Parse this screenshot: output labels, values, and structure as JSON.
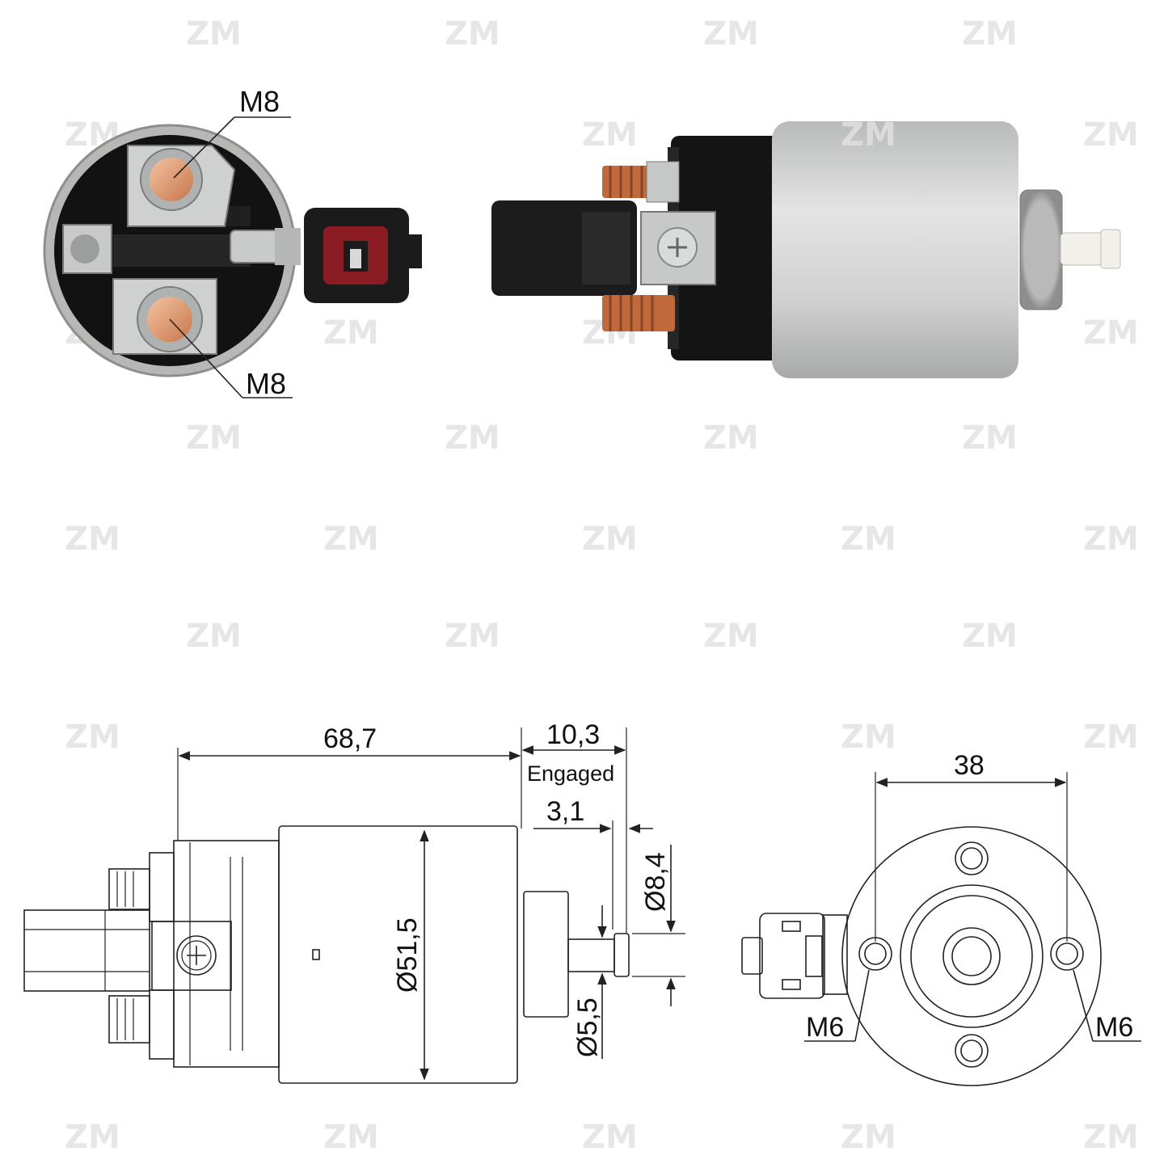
{
  "watermark": {
    "text": "ZM",
    "color": "#e8e8e8"
  },
  "photo": {
    "end_view": {
      "terminal_top_label": "M8",
      "terminal_bottom_label": "M8"
    },
    "side_view": {
      "housing_label": "ZM"
    }
  },
  "drawing": {
    "length_label": "68,7",
    "plunger_travel_label": "10,3",
    "engaged_label": "Engaged",
    "tip_length_label": "3,1",
    "tip_diameter_label": "Ø8,4",
    "body_diameter_label": "Ø51,5",
    "shaft_diameter_label": "Ø5,5",
    "hole_spacing_label": "38",
    "left_hole_label": "M6",
    "right_hole_label": "M6"
  },
  "colors": {
    "copper": "#c8764a",
    "housing": "#c9cbc9",
    "body_black": "#1a1a1a",
    "connector_red": "#8c1c24"
  }
}
